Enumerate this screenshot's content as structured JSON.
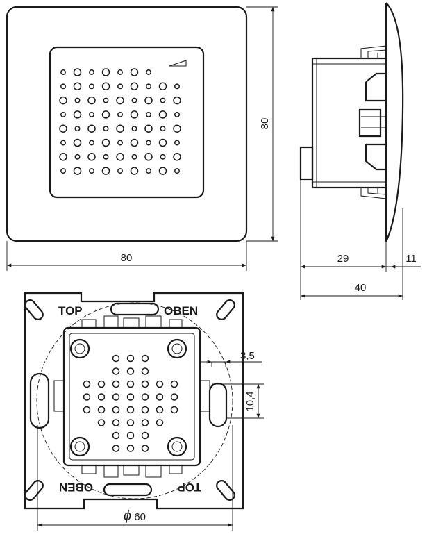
{
  "dimensions": {
    "front_width": "80",
    "front_height": "80",
    "side_depth_body": "29",
    "side_depth_cover": "11",
    "side_depth_total": "40",
    "offset_small": "3,5",
    "slot_spacing": "10,4",
    "diameter_symbol": "ϕ",
    "diameter_value": "60"
  },
  "labels": {
    "top": "TOP",
    "oben": "OBEN"
  }
}
